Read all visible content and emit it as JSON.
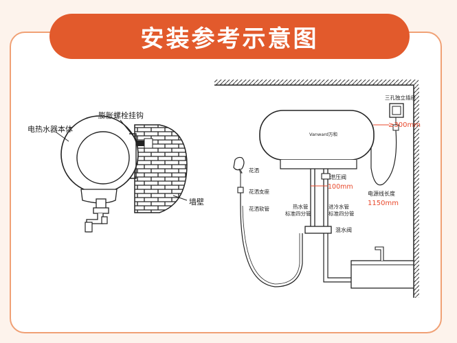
{
  "banner": {
    "title": "安装参考示意图"
  },
  "side_view": {
    "heater_body_label": "电热水器本体",
    "bolt_hook_label": "膨胀螺栓挂钩",
    "wall_label": "墙壁"
  },
  "front_view": {
    "brand": "Vanward万和",
    "socket_label": "三孔独立插座",
    "socket_distance": "≥300mm",
    "pressure_valve_label": "泄压阀",
    "pipe_spacing": "100mm",
    "shower_head_label": "花洒",
    "shower_bracket_label": "花洒支座",
    "shower_hose_label": "花洒软管",
    "hot_pipe_label_line1": "热水管",
    "hot_pipe_label_line2": "标准四分管",
    "cold_pipe_label_line1": "进冷水管",
    "cold_pipe_label_line2": "标准四分管",
    "mixer_label": "混水阀",
    "cord_length_label": "电源线长度",
    "cord_length_value": "1150mm"
  },
  "colors": {
    "accent": "#e25a2c",
    "frame": "#f0a074",
    "highlight": "#e8472a",
    "line": "#222222"
  }
}
